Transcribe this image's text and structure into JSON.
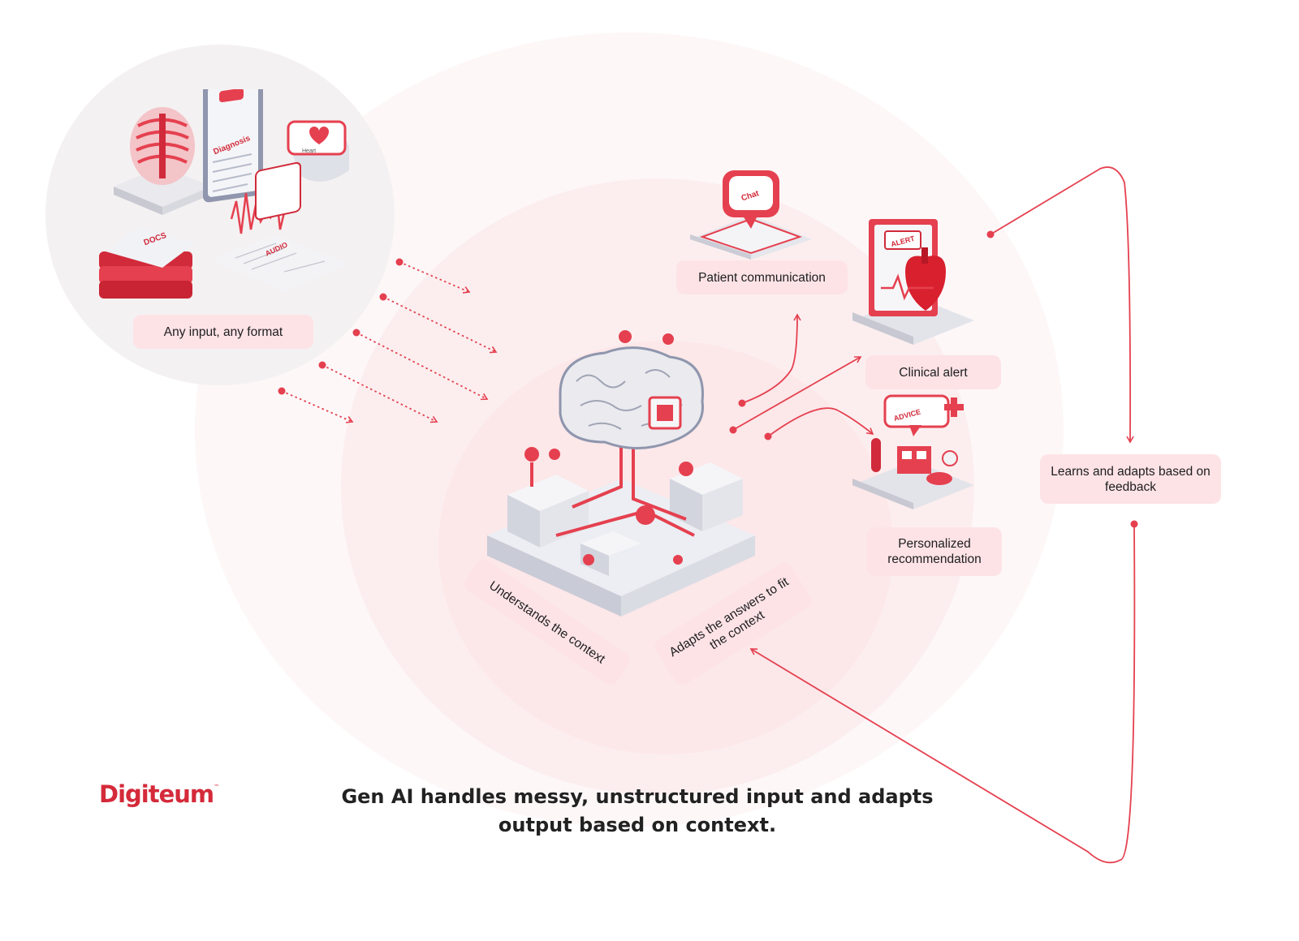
{
  "labels": {
    "input": "Any input, any format",
    "patient_communication": "Patient communication",
    "clinical_alert": "Clinical alert",
    "personalized_recommendation": "Personalized recommendation",
    "learns_feedback": "Learns and adapts based on feedback",
    "understands_context": "Understands the context",
    "adapts_answers": "Adapts the answers to fit the context"
  },
  "illustration_text": {
    "diagnosis": "Diagnosis",
    "heart": "Heart",
    "docs": "DOCS",
    "audio": "AUDIO",
    "chat": "Chat",
    "alert": "ALERT",
    "advice": "ADVICE"
  },
  "brand": {
    "logo": "Digiteum"
  },
  "caption": {
    "line1": "Gen AI handles messy, unstructured input and adapts",
    "line2": "output based on context."
  },
  "colors": {
    "accent": "#e5404f",
    "pill": "#fde3e6",
    "logo": "#d42a3a"
  }
}
